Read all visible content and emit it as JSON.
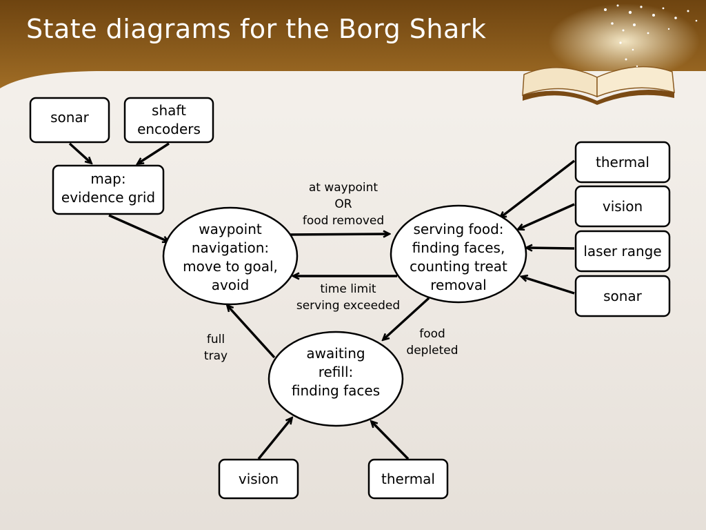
{
  "slide": {
    "title": "State diagrams for the Borg Shark"
  },
  "sensors": {
    "sonar_top": [
      "sonar"
    ],
    "shaft_encoders": [
      "shaft",
      "encoders"
    ],
    "map": [
      "map:",
      "evidence grid"
    ],
    "thermal_right": [
      "thermal"
    ],
    "vision_right": [
      "vision"
    ],
    "laser_range": [
      "laser range"
    ],
    "sonar_right": [
      "sonar"
    ],
    "vision_bottom": [
      "vision"
    ],
    "thermal_bottom": [
      "thermal"
    ]
  },
  "states": {
    "waypoint_navigation": [
      "waypoint",
      "navigation:",
      "move to goal,",
      "avoid"
    ],
    "serving_food": [
      "serving food:",
      "finding faces,",
      "counting treat",
      "removal"
    ],
    "awaiting_refill": [
      "awaiting",
      "refill:",
      "finding faces"
    ]
  },
  "transitions": {
    "to_serving": [
      "at waypoint",
      "OR",
      "food removed"
    ],
    "to_waypoint": [
      "time limit",
      "serving exceeded"
    ],
    "to_awaiting": [
      "food",
      "depleted"
    ],
    "to_navigation": [
      "full",
      "tray"
    ]
  },
  "colors": {
    "header_dark": "#6e4410",
    "header_light": "#b07a2c",
    "slide_background": "#efebe6",
    "outline": "#000000"
  }
}
